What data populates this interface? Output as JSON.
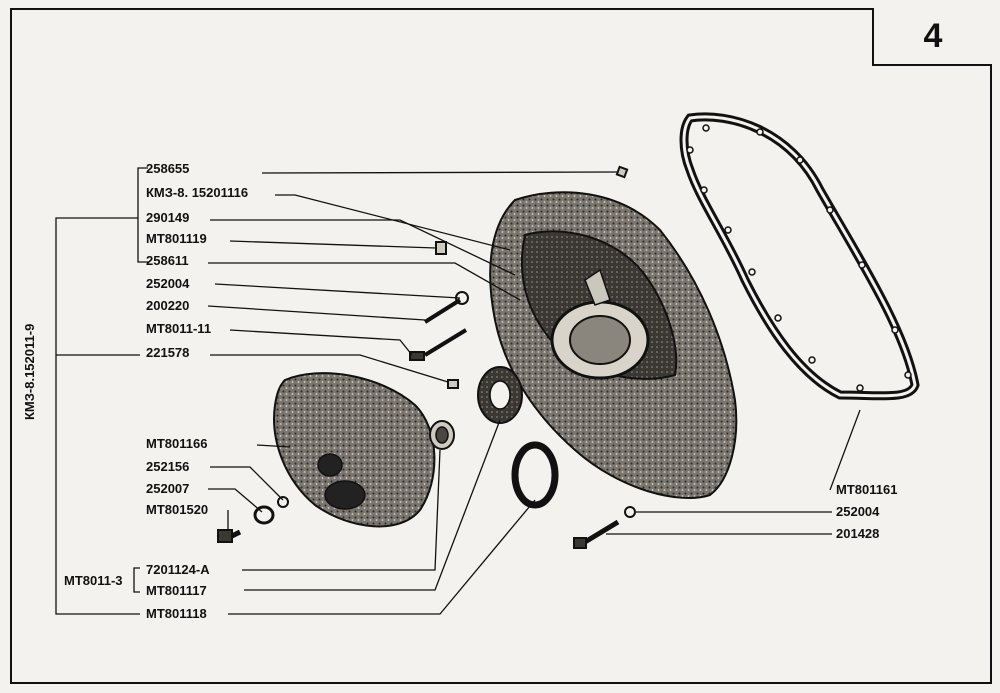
{
  "page_number": "4",
  "assembly_label": "КМЗ-8.152011-9",
  "group_label": "МТ8011-3",
  "labels": {
    "l258655": "258655",
    "l15201116": "КМЗ-8. 15201116",
    "l290149": "290149",
    "lMT801119": "MT801119",
    "l258611": "258611",
    "l252004a": "252004",
    "l200220": "200220",
    "lMT8011_11": "MT8011-11",
    "l221578": "221578",
    "lMT801166": "MT801166",
    "l252156": "252156",
    "l252007": "252007",
    "lMT801520": "MT801520",
    "l7201124": "7201124-A",
    "lMT801117": "MT801117",
    "lMT801118": "MT801118",
    "lMT801161": "MT801161",
    "l252004b": "252004",
    "l201428": "201428"
  },
  "colors": {
    "ink": "#111111",
    "paper": "#f4f2ee",
    "casting": "#5a5651"
  }
}
